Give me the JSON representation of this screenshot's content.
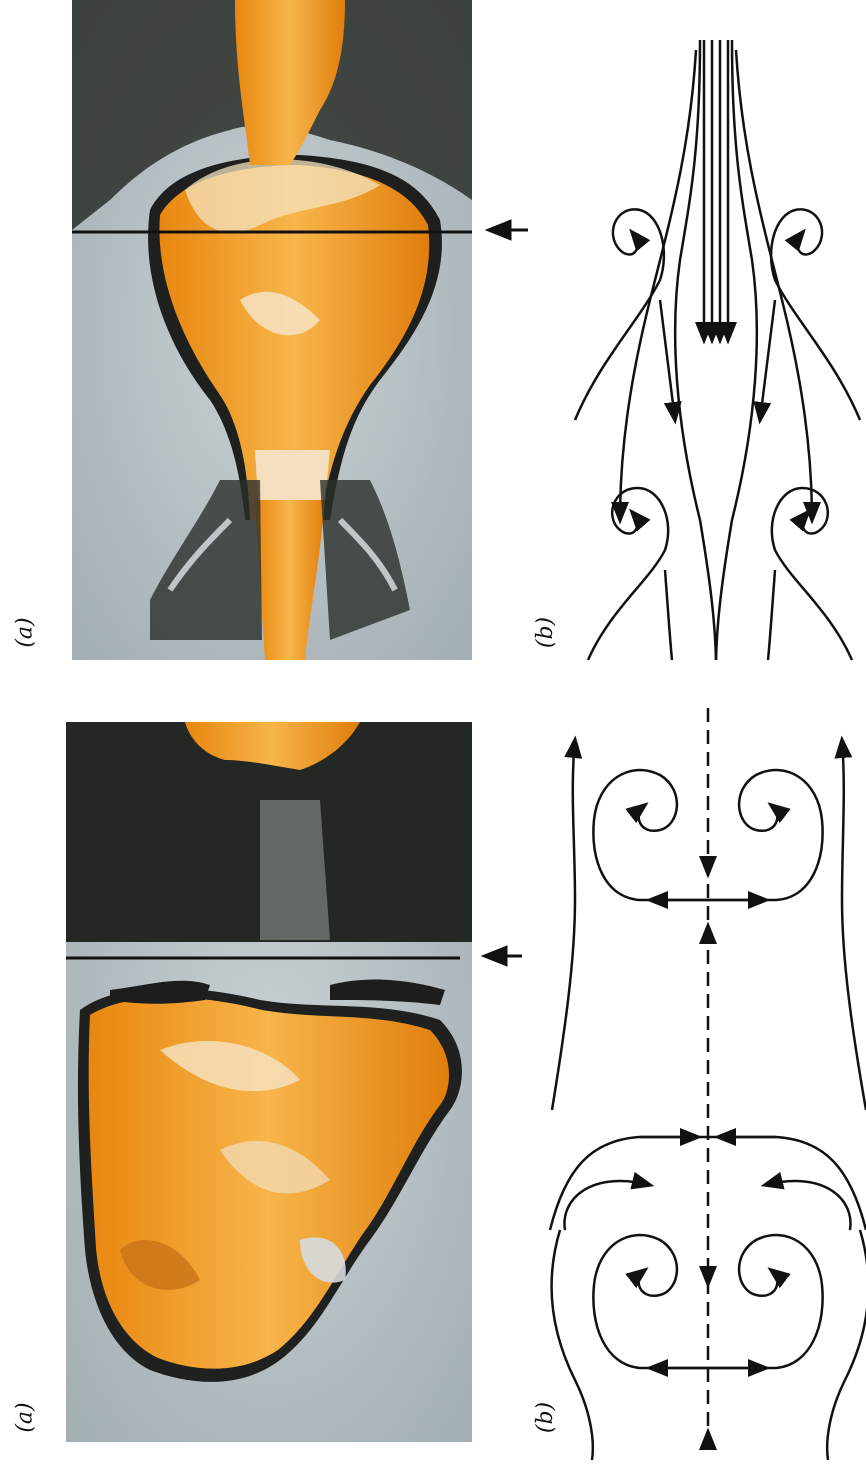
{
  "figure": {
    "top_panel": {
      "photo_label": "(a)",
      "diagram_label": "(b)"
    },
    "bottom_panel": {
      "photo_label": "(a)",
      "diagram_label": "(b)"
    }
  },
  "colors": {
    "flame": "#f19a1c",
    "flame_light": "#f8d9a0",
    "background_photo": "#b9c2c6",
    "dark": "#1b1e1c",
    "line": "#111111"
  }
}
